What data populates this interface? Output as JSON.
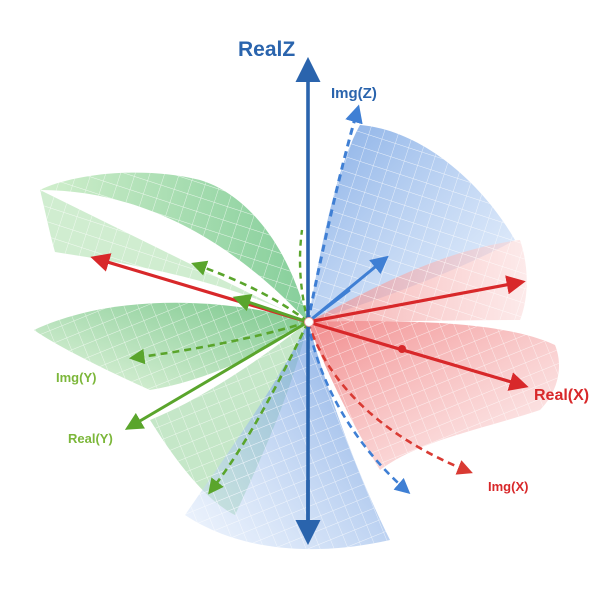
{
  "labels": {
    "real_z": "RealZ",
    "img_z": "Img(Z)",
    "real_x": "Real(X)",
    "img_x": "Img(X)",
    "img_y": "Img(Y)",
    "real_y": "Real(Y)"
  },
  "colors": {
    "z_axis": "#2a64ad",
    "z_light": "#3f7fd4",
    "x_axis": "#d8282a",
    "x_dash": "#d93a33",
    "y_axis": "#5aa52c",
    "y_label": "#7cb73a",
    "green_surface": "#8fd49a",
    "blue_surface": "#8fb5ea",
    "red_surface": "#f4a6a6",
    "grid_line": "#ffffff"
  }
}
